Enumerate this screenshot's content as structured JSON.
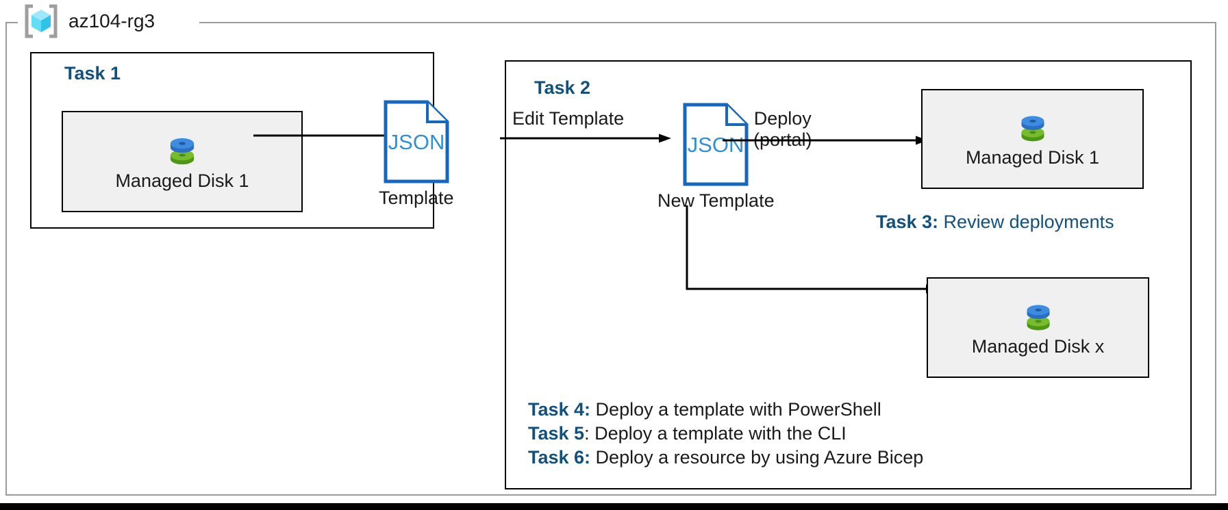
{
  "resource_group": {
    "name": "az104-rg3",
    "icon": "azure-resource-group-icon",
    "border_color": "#9a9a9a"
  },
  "accent_color": "#12507e",
  "json_accent_color": "#1668bf",
  "task1": {
    "heading": "Task 1",
    "disk": {
      "label": "Managed Disk 1",
      "icon": "managed-disk-icon"
    },
    "template": {
      "icon_text": "JSON",
      "caption": "Template"
    },
    "arrow": "disk-to-template-arrow"
  },
  "task2": {
    "heading": "Task 2",
    "edit_label": "Edit Template",
    "template": {
      "icon_text": "JSON",
      "caption": "New Template"
    },
    "deploy_label_line1": "Deploy",
    "deploy_label_line2": "(portal)",
    "disk_top": {
      "label": "Managed Disk 1",
      "icon": "managed-disk-icon"
    },
    "disk_bottom": {
      "label": "Managed Disk x",
      "icon": "managed-disk-icon"
    }
  },
  "task3": {
    "prefix": "Task 3:",
    "text": " Review deployments"
  },
  "tasks_list": [
    {
      "prefix": "Task 4:",
      "text": " Deploy a template with PowerShell"
    },
    {
      "prefix": "Task 5",
      "text": ": Deploy a template with the CLI"
    },
    {
      "prefix": "Task 6:",
      "text": " Deploy a resource by using Azure Bicep"
    }
  ]
}
